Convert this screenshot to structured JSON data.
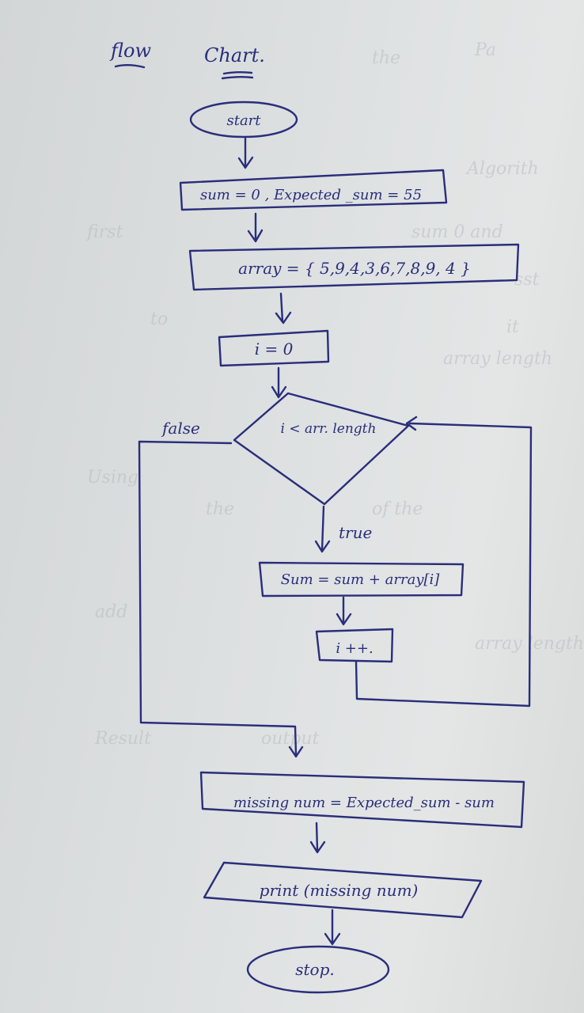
{
  "heading": {
    "word1": "flow",
    "word2": "Chart."
  },
  "nodes": {
    "start": "start",
    "init": "sum = 0 , Expected _sum = 55",
    "array": "array = { 5,9,4,3,6,7,8,9, 4 }",
    "loop_init": "i = 0",
    "condition": "i < arr. length",
    "body": "Sum = sum + array[i]",
    "increment": "i ++.",
    "missing": "missing num = Expected_sum - sum",
    "print": "print (missing num)",
    "stop": "stop."
  },
  "branches": {
    "false_label": "false",
    "true_label": "true"
  }
}
